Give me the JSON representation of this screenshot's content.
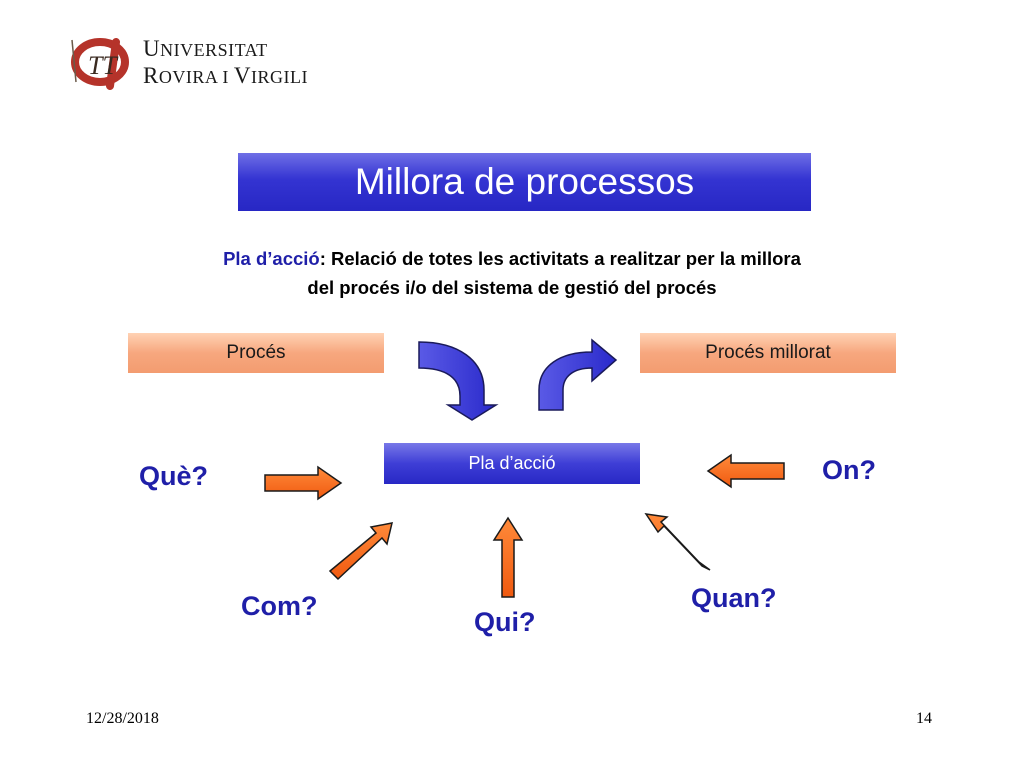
{
  "logo": {
    "line1_first": "U",
    "line1_rest": "NIVERSITAT",
    "line2_first": "R",
    "line2_mid": "OVIRA I ",
    "line2_v": "V",
    "line2_rest": "IRGILI"
  },
  "title": "Millora de processos",
  "definition": {
    "term": "Pla d’acció",
    "text_line1": ": Relació de totes les activitats a realitzar per la millora",
    "text_line2": "del procés i/o del sistema de gestió del procés"
  },
  "boxes": {
    "proces": "Procés",
    "proces_millorat": "Procés millorat",
    "pla_accio": "Pla d’acció"
  },
  "questions": {
    "que": "Què?",
    "on": "On?",
    "com": "Com?",
    "qui": "Qui?",
    "quan": "Quan?"
  },
  "footer": {
    "date": "12/28/2018",
    "page": "14"
  },
  "colors": {
    "title_blue": "#3434d2",
    "question_blue": "#1f1fa8",
    "orange_box": "#f7a77e",
    "arrow_orange": "#ff6a1a",
    "arrow_blue": "#3a3ad8"
  }
}
